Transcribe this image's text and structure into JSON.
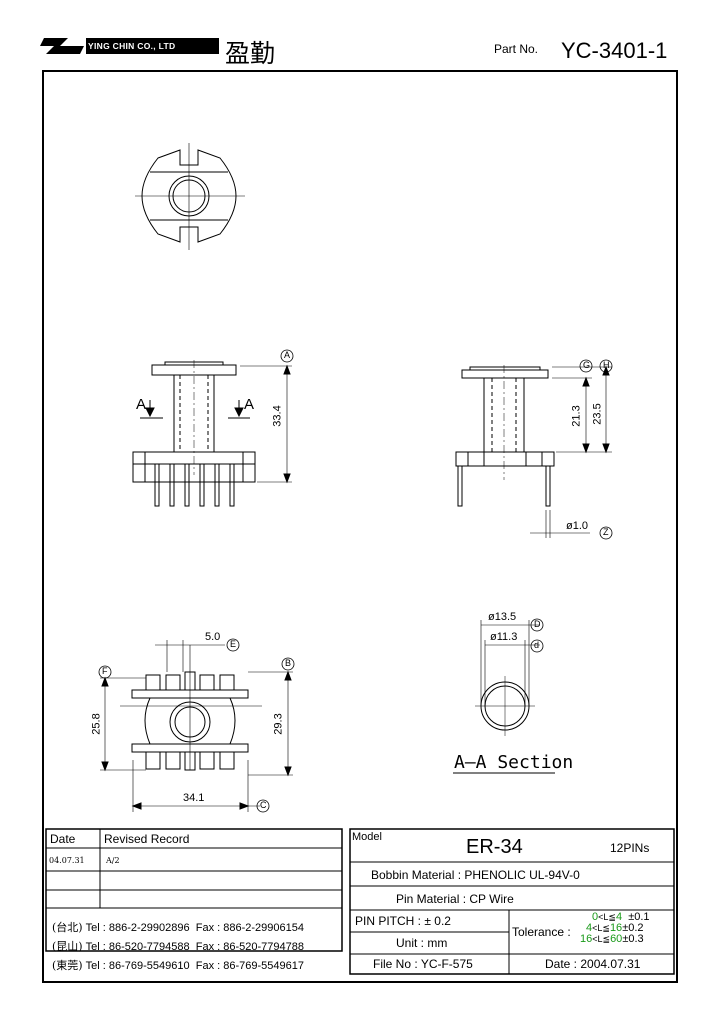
{
  "header": {
    "company": "YING CHIN CO., LTD",
    "company_cn": "盈勤",
    "part_no_label": "Part No.",
    "part_no": "YC-3401-1"
  },
  "dimensions": {
    "height_overall": "33.4",
    "height_pin": "21.3",
    "height_total": "23.5",
    "pin_dia": "ø1.0",
    "outer_dia": "ø13.5",
    "inner_dia": "ø11.3",
    "pin_pitch": "5.0",
    "width_side": "25.8",
    "width_body": "29.3",
    "length": "34.1",
    "section_mark": "A",
    "section_title": "A—A Section"
  },
  "refs": {
    "A": "A",
    "B": "B",
    "C": "C",
    "D": "D",
    "d": "d",
    "E": "E",
    "F": "F",
    "G": "G",
    "H": "H",
    "Z": "Z"
  },
  "records": {
    "date_header": "Date",
    "record_header": "Revised Record",
    "rows": [
      {
        "date": "04.07.31",
        "record": "A/2"
      },
      {
        "date": "",
        "record": ""
      },
      {
        "date": "",
        "record": ""
      }
    ]
  },
  "contacts": [
    {
      "loc": "(台北)",
      "tel": "Tel : 886-2-29902896",
      "fax": "Fax : 886-2-29906154"
    },
    {
      "loc": "(昆山)",
      "tel": "Tel : 86-520-7794588",
      "fax": "Fax : 86-520-7794788"
    },
    {
      "loc": "(東莞)",
      "tel": "Tel : 86-769-5549610",
      "fax": "Fax : 86-769-5549617"
    }
  ],
  "spec": {
    "model_label": "Model",
    "model": "ER-34",
    "pins": "12PINs",
    "bobbin_label": "Bobbin  Material :",
    "bobbin": "PHENOLIC UL-94V-0",
    "pin_mat_label": "Pin  Material :",
    "pin_mat": "CP Wire",
    "pitch_label": "PIN  PITCH :",
    "pitch": "± 0.2",
    "unit_label": "Unit :",
    "unit": "mm",
    "tol_label": "Tolerance :",
    "tol_rows": [
      {
        "lo": "0",
        "mid": "<L≦",
        "hi": "4",
        "tol": "±0.1"
      },
      {
        "lo": "4",
        "mid": "<L≦",
        "hi": "16",
        "tol": "±0.2"
      },
      {
        "lo": "16",
        "mid": "<L≦",
        "hi": "60",
        "tol": "±0.3"
      }
    ],
    "file_label": "File  No :",
    "file": "YC-F-575",
    "date_label": "Date :",
    "date": "2004.07.31"
  },
  "colors": {
    "tolerance_green": "#1a9a1a"
  }
}
